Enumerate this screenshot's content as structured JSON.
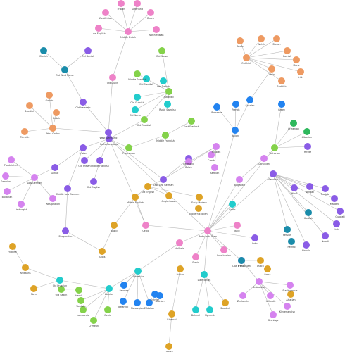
{
  "palette": {
    "pink": "#ee82c8",
    "orange": "#ee9a62",
    "green": "#84d24a",
    "teal": "#1a8caa",
    "purple": "#8a5ce6",
    "cyan": "#22cccc",
    "blue": "#2283f0",
    "gold": "#dea326",
    "violet": "#d583ef",
    "darkgreen": "#2eb85c"
  },
  "diagram": {
    "type": "network-graph",
    "nodes": [
      {
        "id": "n1",
        "label": "Westfrisian",
        "color": "pink"
      },
      {
        "id": "n2",
        "label": "Frisian",
        "color": "pink"
      },
      {
        "id": "n3",
        "label": "Low English",
        "color": "pink"
      },
      {
        "id": "n4",
        "label": "Dutch",
        "color": "pink"
      },
      {
        "id": "n5",
        "label": "Saterland",
        "color": "pink"
      },
      {
        "id": "n6",
        "label": "North Frisian",
        "color": "pink"
      },
      {
        "id": "n7",
        "label": "Middle Dutch",
        "color": "pink"
      },
      {
        "id": "n8",
        "label": "Old Dutch",
        "color": "pink"
      },
      {
        "id": "n9",
        "label": "Danish",
        "color": "teal"
      },
      {
        "id": "n10",
        "label": "Old Danish",
        "color": "purple"
      },
      {
        "id": "n11",
        "label": "Old West Norse",
        "color": "teal"
      },
      {
        "id": "n12",
        "label": "Old Icelandic",
        "color": "purple"
      },
      {
        "id": "n13",
        "label": "Swedish",
        "color": "orange"
      },
      {
        "id": "n14",
        "label": "Gothic",
        "color": "orange"
      },
      {
        "id": "n15",
        "label": "Flemish",
        "color": "orange"
      },
      {
        "id": "n16",
        "label": "Dutch",
        "color": "orange"
      },
      {
        "id": "n17",
        "label": "West Gothic",
        "color": "orange"
      },
      {
        "id": "n18",
        "label": "Old Norse",
        "color": "green"
      },
      {
        "id": "n19",
        "label": "Middle Swedish",
        "color": "green"
      },
      {
        "id": "n20",
        "label": "Jutlandic",
        "color": "green"
      },
      {
        "id": "n21",
        "label": "Old Danish",
        "color": "cyan"
      },
      {
        "id": "n22",
        "label": "Old Swedish",
        "color": "cyan"
      },
      {
        "id": "n23",
        "label": "Runic Swedish",
        "color": "cyan"
      },
      {
        "id": "n24",
        "label": "Old Gutnish",
        "color": "cyan"
      },
      {
        "id": "n25",
        "label": "Old Norse",
        "color": "cyan"
      },
      {
        "id": "n26",
        "label": "Old Frankish",
        "color": "green"
      },
      {
        "id": "n27",
        "label": "Middle Frankish",
        "color": "green"
      },
      {
        "id": "n28",
        "label": "Franconian",
        "color": "green"
      },
      {
        "id": "n29",
        "label": "East Frankish",
        "color": "green"
      },
      {
        "id": "n30",
        "label": "West Germanic",
        "color": "purple"
      },
      {
        "id": "n31",
        "label": "Proto-Germanic",
        "color": "purple"
      },
      {
        "id": "n32",
        "label": "Old Frisian",
        "color": "purple"
      },
      {
        "id": "n33",
        "label": "Gothic",
        "color": "purple"
      },
      {
        "id": "n34",
        "label": "Middle Low German",
        "color": "purple"
      },
      {
        "id": "n35",
        "label": "Old English",
        "color": "purple"
      },
      {
        "id": "n36",
        "label": "Frisian",
        "color": "purple"
      },
      {
        "id": "n37",
        "label": "Middle Frankish",
        "color": "purple"
      },
      {
        "id": "n38",
        "label": "Burgundian",
        "color": "purple"
      },
      {
        "id": "n39",
        "label": "Low German",
        "color": "violet"
      },
      {
        "id": "n40",
        "label": "Plautdietsch",
        "color": "violet"
      },
      {
        "id": "n41",
        "label": "Swabian",
        "color": "violet"
      },
      {
        "id": "n42",
        "label": "Bavarian",
        "color": "violet"
      },
      {
        "id": "n43",
        "label": "Limburgish",
        "color": "violet"
      },
      {
        "id": "n44",
        "label": "Westphalian",
        "color": "violet"
      },
      {
        "id": "n45",
        "label": "East Low German",
        "color": "purple"
      },
      {
        "id": "n46",
        "label": "Germanic",
        "color": "purple"
      },
      {
        "id": "n47",
        "label": "Middle English",
        "color": "gold"
      },
      {
        "id": "n48",
        "label": "Old English",
        "color": "gold"
      },
      {
        "id": "n49",
        "label": "Anglo-Saxon",
        "color": "gold"
      },
      {
        "id": "n50",
        "label": "Early Modern",
        "color": "gold"
      },
      {
        "id": "n51",
        "label": "Modern English",
        "color": "gold"
      },
      {
        "id": "n52",
        "label": "Anglic",
        "color": "gold"
      },
      {
        "id": "n53",
        "label": "Scots",
        "color": "gold"
      },
      {
        "id": "n54",
        "label": "Proto-Indo-Euro",
        "color": "pink"
      },
      {
        "id": "n55",
        "label": "Celtic",
        "color": "pink"
      },
      {
        "id": "n56",
        "label": "Italic",
        "color": "pink"
      },
      {
        "id": "n57",
        "label": "Hellenic",
        "color": "pink"
      },
      {
        "id": "n58",
        "label": "Indo-Iranian",
        "color": "pink"
      },
      {
        "id": "n59",
        "label": "Slavic",
        "color": "pink"
      },
      {
        "id": "n60",
        "label": "Baltic",
        "color": "cyan"
      },
      {
        "id": "n61",
        "label": "Indic",
        "color": "purple"
      },
      {
        "id": "n62",
        "label": "Iranic",
        "color": "purple"
      },
      {
        "id": "n63",
        "label": "Gaelic",
        "color": "orange"
      },
      {
        "id": "n64",
        "label": "Welsh",
        "color": "orange"
      },
      {
        "id": "n65",
        "label": "Breton",
        "color": "orange"
      },
      {
        "id": "n66",
        "label": "Cornish",
        "color": "orange"
      },
      {
        "id": "n67",
        "label": "Manx",
        "color": "orange"
      },
      {
        "id": "n68",
        "label": "Irish",
        "color": "orange"
      },
      {
        "id": "n69",
        "label": "Scottish",
        "color": "orange"
      },
      {
        "id": "n70",
        "label": "Old Irish",
        "color": "orange"
      },
      {
        "id": "n71",
        "label": "Latin",
        "color": "orange"
      },
      {
        "id": "n72",
        "label": "Romance",
        "color": "blue"
      },
      {
        "id": "n73",
        "label": "French",
        "color": "blue"
      },
      {
        "id": "n74",
        "label": "Spanish",
        "color": "blue"
      },
      {
        "id": "n75",
        "label": "Italian",
        "color": "blue"
      },
      {
        "id": "n76",
        "label": "Greek",
        "color": "blue"
      },
      {
        "id": "n77",
        "label": "Armenian",
        "color": "darkgreen"
      },
      {
        "id": "n78",
        "label": "Albanian",
        "color": "darkgreen"
      },
      {
        "id": "n79",
        "label": "Tocharian",
        "color": "green"
      },
      {
        "id": "n80",
        "label": "Hittite",
        "color": "purple"
      },
      {
        "id": "n81",
        "label": "Sanskrit",
        "color": "purple"
      },
      {
        "id": "n82",
        "label": "Hindi",
        "color": "purple"
      },
      {
        "id": "n83",
        "label": "Bengali",
        "color": "purple"
      },
      {
        "id": "n84",
        "label": "Punjabi",
        "color": "purple"
      },
      {
        "id": "n85",
        "label": "Marathi",
        "color": "purple"
      },
      {
        "id": "n86",
        "label": "Gujarati",
        "color": "purple"
      },
      {
        "id": "n87",
        "label": "Urdu",
        "color": "purple"
      },
      {
        "id": "n88",
        "label": "Nepali",
        "color": "purple"
      },
      {
        "id": "n89",
        "label": "Sinhala",
        "color": "purple"
      },
      {
        "id": "n90",
        "label": "Persian",
        "color": "teal"
      },
      {
        "id": "n91",
        "label": "Pashto",
        "color": "teal"
      },
      {
        "id": "n92",
        "label": "Kurdish",
        "color": "teal"
      },
      {
        "id": "n93",
        "label": "Russian",
        "color": "violet"
      },
      {
        "id": "n94",
        "label": "Polish",
        "color": "violet"
      },
      {
        "id": "n95",
        "label": "Czech",
        "color": "violet"
      },
      {
        "id": "n96",
        "label": "Serbian",
        "color": "violet"
      },
      {
        "id": "n97",
        "label": "Bulgarian",
        "color": "violet"
      },
      {
        "id": "n98",
        "label": "Ukrainian",
        "color": "violet"
      },
      {
        "id": "n99",
        "label": "Lithuanian",
        "color": "cyan"
      },
      {
        "id": "n100",
        "label": "Latvian",
        "color": "cyan"
      },
      {
        "id": "n101",
        "label": "Old Prussian",
        "color": "cyan"
      },
      {
        "id": "n102",
        "label": "Yiddish",
        "color": "gold"
      },
      {
        "id": "n103",
        "label": "Afrikaans",
        "color": "gold"
      },
      {
        "id": "n104",
        "label": "Norn",
        "color": "gold"
      },
      {
        "id": "n105",
        "label": "Old Saxon",
        "color": "green"
      },
      {
        "id": "n106",
        "label": "Vandalic",
        "color": "green"
      },
      {
        "id": "n107",
        "label": "Lombardic",
        "color": "green"
      },
      {
        "id": "n108",
        "label": "Crimean",
        "color": "green"
      },
      {
        "id": "n109",
        "label": "Gepid",
        "color": "green"
      },
      {
        "id": "n110",
        "label": "Heruli",
        "color": "green"
      },
      {
        "id": "n111",
        "label": "Faroese",
        "color": "blue"
      },
      {
        "id": "n112",
        "label": "Icelandic",
        "color": "blue"
      },
      {
        "id": "n113",
        "label": "Norwegian",
        "color": "blue"
      },
      {
        "id": "n114",
        "label": "Elfdalian",
        "color": "blue"
      },
      {
        "id": "n115",
        "label": "Gutnish",
        "color": "blue"
      },
      {
        "id": "n116",
        "label": "Scanian",
        "color": "blue"
      },
      {
        "id": "n117",
        "label": "Dalecarlian",
        "color": "cyan"
      },
      {
        "id": "n118",
        "label": "Bokmal",
        "color": "cyan"
      },
      {
        "id": "n119",
        "label": "Nynorsk",
        "color": "cyan"
      },
      {
        "id": "n120",
        "label": "Rigsmal",
        "color": "gold"
      },
      {
        "id": "n121",
        "label": "Danish",
        "color": "gold"
      },
      {
        "id": "n122",
        "label": "Swedish",
        "color": "gold"
      },
      {
        "id": "n123",
        "label": "Frisian",
        "color": "gold"
      },
      {
        "id": "n124",
        "label": "Low Franconian",
        "color": "teal"
      },
      {
        "id": "n125",
        "label": "Zeelandic",
        "color": "violet"
      },
      {
        "id": "n126",
        "label": "Brabantian",
        "color": "violet"
      },
      {
        "id": "n127",
        "label": "Hollandic",
        "color": "violet"
      },
      {
        "id": "n128",
        "label": "Kleverlandish",
        "color": "violet"
      },
      {
        "id": "n129",
        "label": "Stellingwarfs",
        "color": "violet"
      },
      {
        "id": "n130",
        "label": "Gronings",
        "color": "violet"
      },
      {
        "id": "n131",
        "label": "Dutch",
        "color": "gold"
      },
      {
        "id": "n132",
        "label": "Swiss",
        "color": "gold"
      },
      {
        "id": "n133",
        "label": "Alsatian",
        "color": "gold"
      }
    ]
  }
}
